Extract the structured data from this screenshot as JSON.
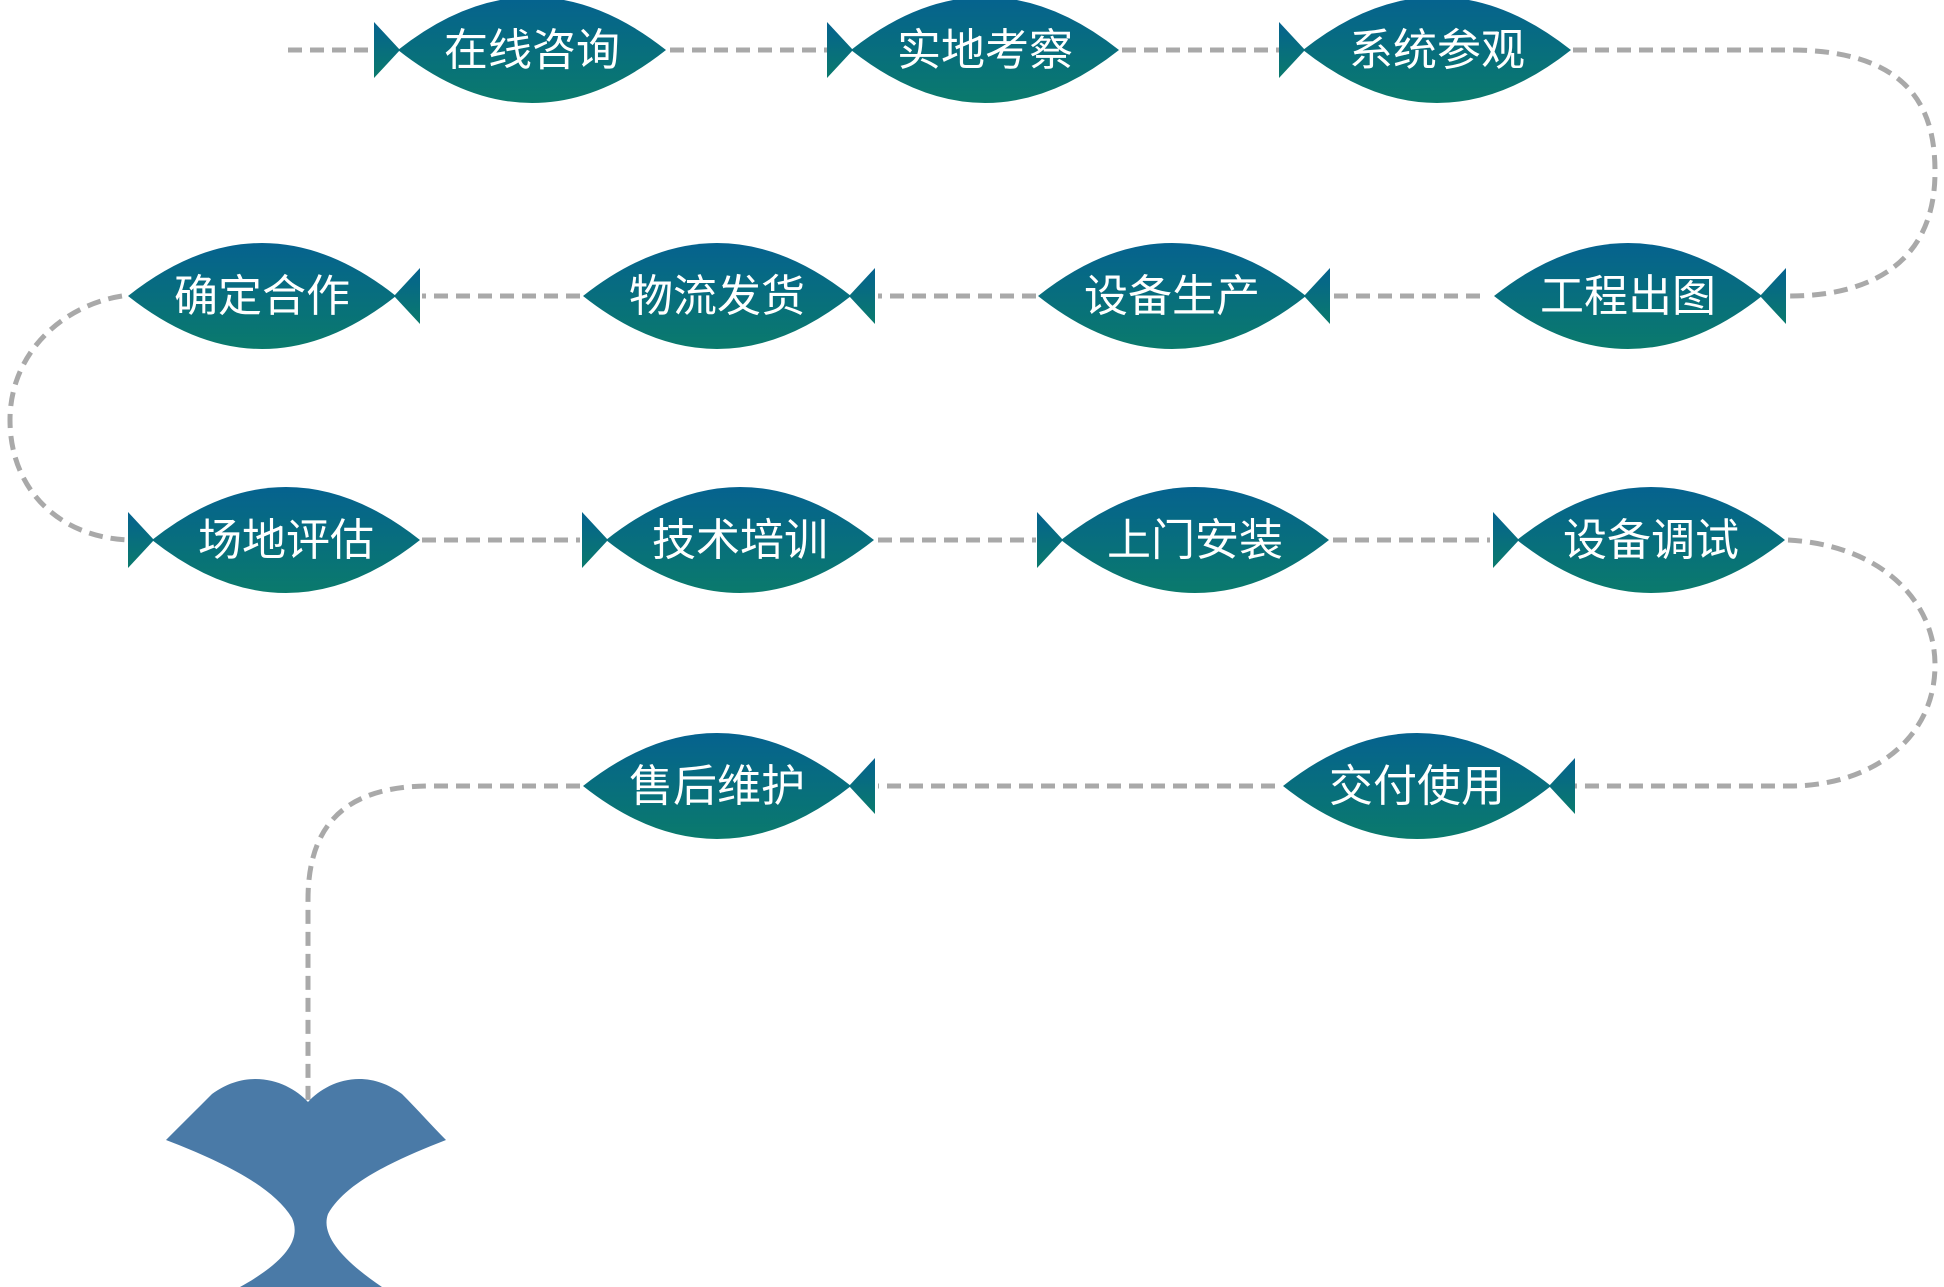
{
  "steps": [
    {
      "label": "在线咨询"
    },
    {
      "label": "实地考察"
    },
    {
      "label": "系统参观"
    },
    {
      "label": "工程出图"
    },
    {
      "label": "设备生产"
    },
    {
      "label": "物流发货"
    },
    {
      "label": "确定合作"
    },
    {
      "label": "场地评估"
    },
    {
      "label": "技术培训"
    },
    {
      "label": "上门安装"
    },
    {
      "label": "设备调试"
    },
    {
      "label": "交付使用"
    },
    {
      "label": "售后维护"
    }
  ],
  "colors": {
    "fish_start": "#05628f",
    "fish_end": "#0a7a6c",
    "connector": "#a9a9a9",
    "whale_tail": "#4a7aa7",
    "label": "#ffffff"
  }
}
